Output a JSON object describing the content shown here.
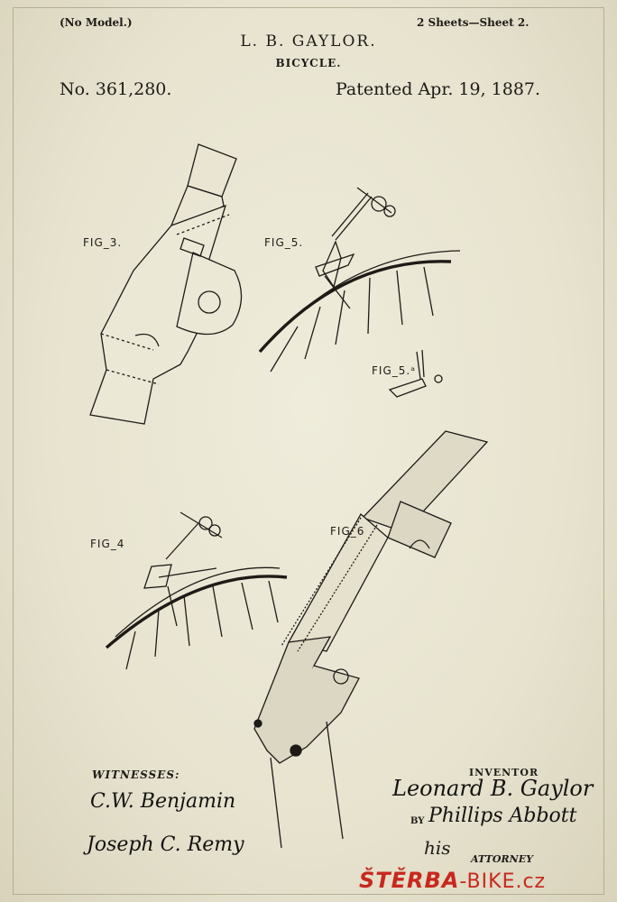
{
  "header": {
    "model_note": "(No Model.)",
    "sheets": "2 Sheets—Sheet 2.",
    "inventor_name": "L. B. GAYLOR.",
    "title": "BICYCLE.",
    "patent_number": "No. 361,280.",
    "patent_date": "Patented Apr. 19, 1887."
  },
  "figures": {
    "fig3": "FIG_3.",
    "fig4": "FIG_4",
    "fig5": "FIG_5.",
    "fig5a": "FIG_5.ᵃ",
    "fig6": "FIG_6"
  },
  "signatures": {
    "witnesses_label": "WITNESSES:",
    "witness_1": "C.W. Benjamin",
    "witness_2": "Joseph C. Remy",
    "inventor_label": "INVENTOR",
    "inventor_signature": "Leonard B. Gaylor",
    "by_label": "BY",
    "attorney_signature": "Phillips Abbott",
    "his_label": "his",
    "attorney_label": "ATTORNEY"
  },
  "watermark": {
    "brand": "ŠTĚRBA",
    "domain": "-BIKE.cz",
    "color": "#c8281e"
  }
}
